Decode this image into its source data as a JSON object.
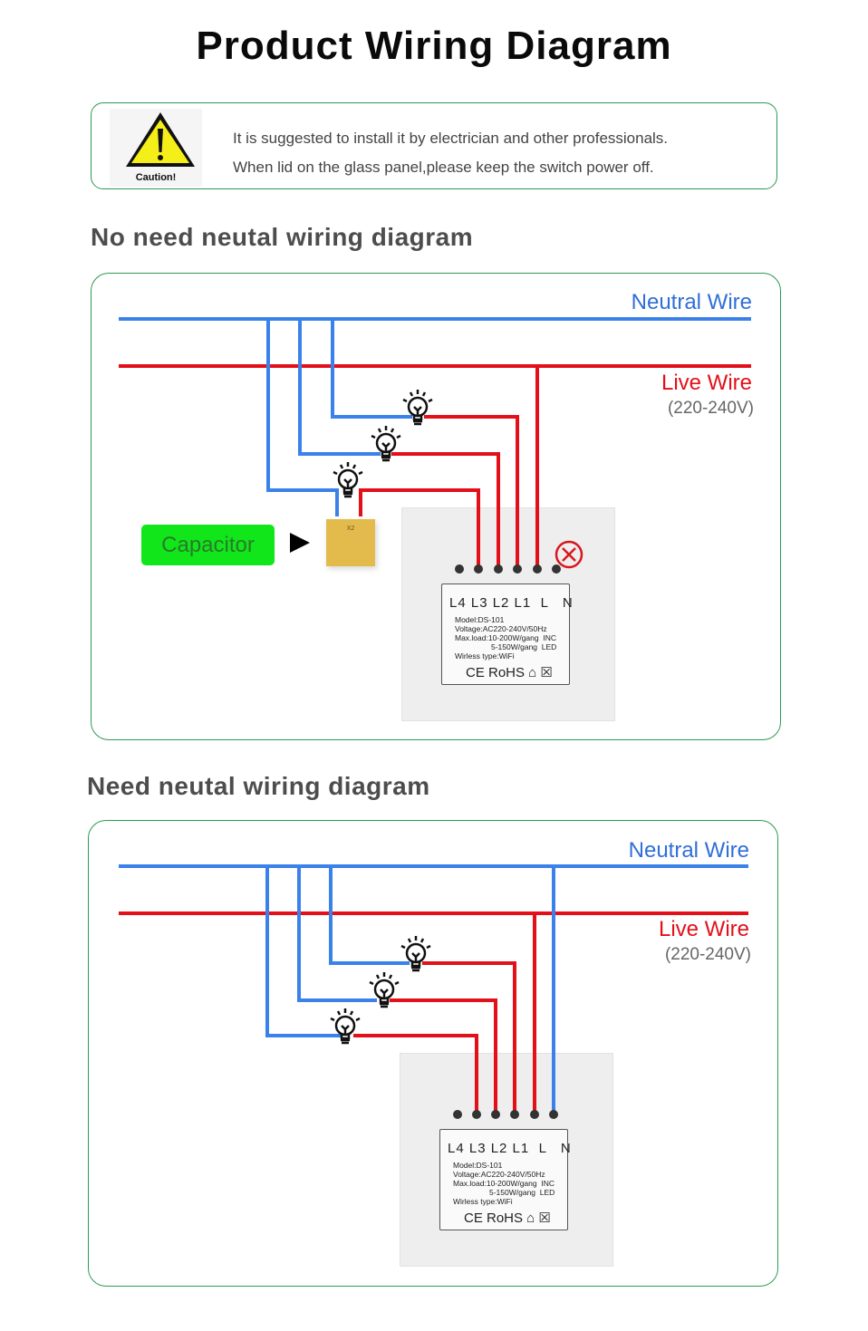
{
  "title": "Product Wiring Diagram",
  "caution": {
    "icon": "warning-triangle-icon",
    "icon_label": "Caution!",
    "lines": [
      "It is suggested to install it by electrician and other professionals.",
      "When lid on the glass panel,please keep the switch power off."
    ]
  },
  "diagrams": [
    {
      "heading": "No need neutal wiring diagram",
      "neutral_label": "Neutral Wire",
      "live_label": "Live Wire",
      "voltage_label": "(220-240V)",
      "capacitor_label": "Capacitor",
      "capacitor_marking": "X2",
      "n_terminal_status": "not connected",
      "switch": {
        "terminals": "L4 L3 L2 L1  L   N",
        "model": "Model:DS-101",
        "voltage": "Voltage:AC220-240V/50Hz",
        "max_load_inc": "Max.load:10-200W/gang  INC",
        "max_load_led": "5-150W/gang  LED",
        "wireless": "Wirless type:WiFi",
        "marks": "CE RoHS ⌂ ☒"
      }
    },
    {
      "heading": "Need neutal wiring diagram",
      "neutral_label": "Neutral Wire",
      "live_label": "Live Wire",
      "voltage_label": "(220-240V)",
      "n_terminal_status": "connected",
      "switch": {
        "terminals": "L4 L3 L2 L1  L   N",
        "model": "Model:DS-101",
        "voltage": "Voltage:AC220-240V/50Hz",
        "max_load_inc": "Max.load:10-200W/gang  INC",
        "max_load_led": "5-150W/gang  LED",
        "wireless": "Wirless type:WiFi",
        "marks": "CE RoHS ⌂ ☒"
      }
    }
  ],
  "colors": {
    "neutral": "#3a82ea",
    "live": "#e3101a",
    "border": "#2e9a52",
    "capacitor_tag": "#11e61a"
  }
}
